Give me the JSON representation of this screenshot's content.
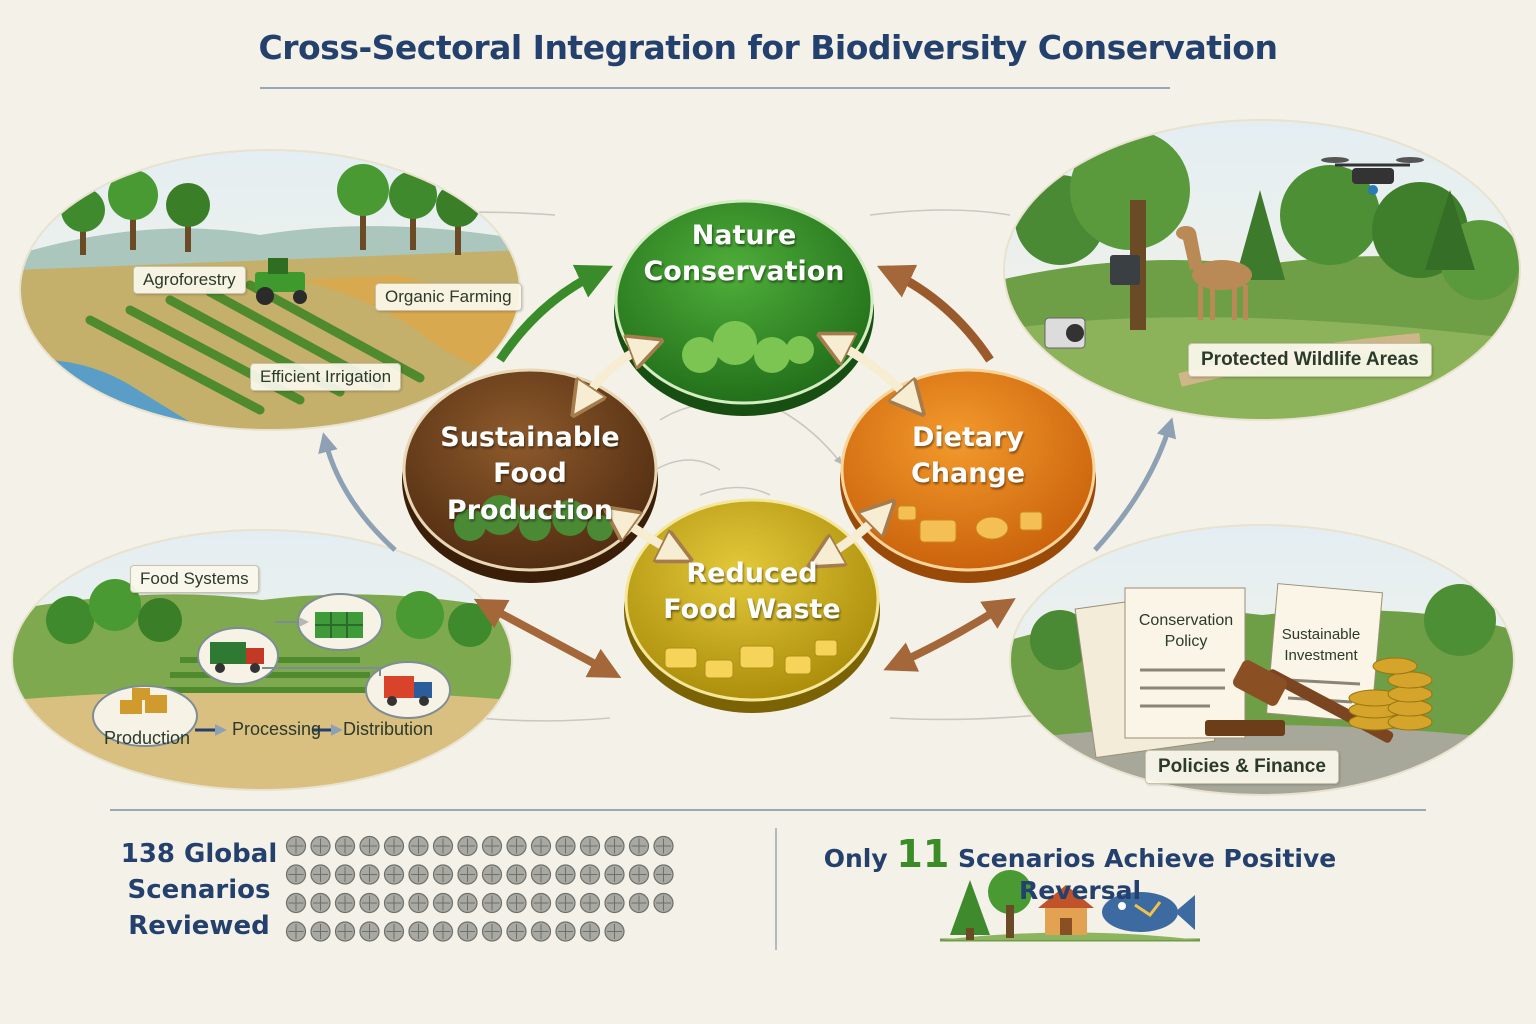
{
  "title": "Cross-Sectoral Integration for Biodiversity Conservation",
  "colors": {
    "nature": "#2f8a25",
    "food_production": "#6b3d19",
    "dietary": "#e07a14",
    "waste": "#c8aa15",
    "title": "#24416e",
    "accent_number": "#3b8c26"
  },
  "nodes": {
    "nature": "Nature Conservation",
    "food_production": "Sustainable Food Production",
    "dietary": "Dietary Change",
    "waste": "Reduced Food Waste"
  },
  "panels": {
    "farm": {
      "tags": [
        "Agroforestry",
        "Organic Farming",
        "Efficient Irrigation"
      ],
      "icons": [
        "tractor-icon",
        "river-icon",
        "tree-icon"
      ]
    },
    "wildlife": {
      "tags": [
        "Protected Wildlife Areas"
      ],
      "icons": [
        "deer-icon",
        "drone-icon",
        "camera-trap-icon"
      ]
    },
    "food_systems": {
      "tags": [
        "Food Systems",
        "Production",
        "Processing",
        "Distribution"
      ],
      "icons": [
        "truck-icon",
        "crates-icon"
      ]
    },
    "policy": {
      "tags": [
        "Policies & Finance"
      ],
      "documents": [
        "Conservation Policy",
        "Sustainable Investment"
      ],
      "icons": [
        "gavel-icon",
        "coin-stack-icon"
      ]
    }
  },
  "stats": {
    "reviewed_line1": "138 Global",
    "reviewed_line2": "Scenarios",
    "reviewed_line3": "Reviewed",
    "scenario_total": 138,
    "positive_prefix": "Only",
    "positive_count": "11",
    "positive_suffix": "Scenarios Achieve Positive Reversal",
    "icons": [
      "tree-icon",
      "house-icon",
      "fish-icon"
    ]
  }
}
